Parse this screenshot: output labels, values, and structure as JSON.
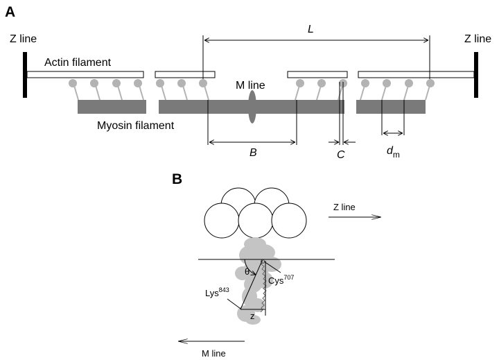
{
  "panel_a": {
    "letter": "A",
    "z_line_left": "Z line",
    "z_line_right": "Z line",
    "actin_label": "Actin filament",
    "myosin_label": "Myosin filament",
    "m_line_label": "M line",
    "dim_L": "L",
    "dim_B": "B",
    "dim_C": "C",
    "dim_dm": "d",
    "dim_dm_sub": "m"
  },
  "panel_b": {
    "letter": "B",
    "z_line_arrow": "Z line",
    "m_line_arrow": "M line",
    "theta": "θ",
    "lys": "Lys",
    "lys_sup": "843",
    "cys": "Cys",
    "cys_sup": "707",
    "z": "z"
  },
  "colors": {
    "myosin": "#7a7a7a",
    "head": "#b3b3b3",
    "line": "#000000",
    "motor": "#c4c4c4"
  }
}
